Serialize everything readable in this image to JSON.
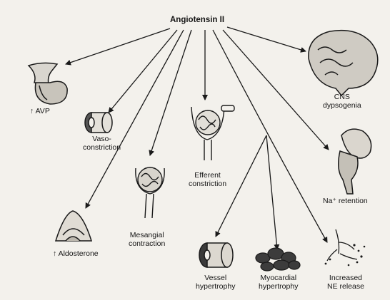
{
  "title": "Angiotensin II",
  "labels": {
    "avp": "↑ AVP",
    "vaso_line1": "Vaso-",
    "vaso_line2": "constriction",
    "mesangial_line1": "Mesangial",
    "mesangial_line2": "contraction",
    "aldosterone": "↑ Aldosterone",
    "efferent_line1": "Efferent",
    "efferent_line2": "constriction",
    "cns_line1": "CNS",
    "cns_line2": "dypsogenia",
    "na_retention": "Na⁺ retention",
    "vessel_line1": "Vessel",
    "vessel_line2": "hypertrophy",
    "myocardial_line1": "Myocardial",
    "myocardial_line2": "hypertrophy",
    "ne_line1": "Increased",
    "ne_line2": "NE release"
  }
}
